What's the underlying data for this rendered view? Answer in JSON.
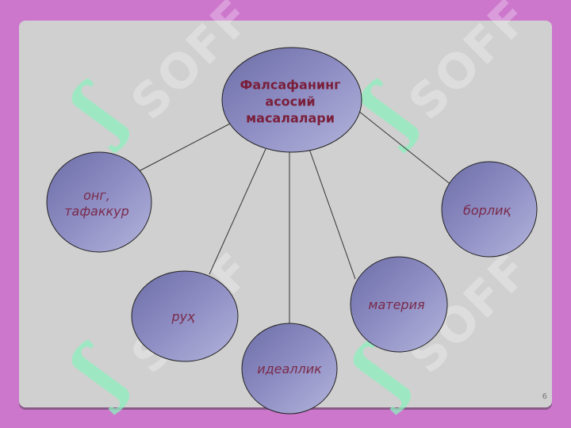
{
  "center": {
    "label": "Фалсафанинг\nасосий\nмасалалари"
  },
  "nodes": [
    {
      "id": "ong",
      "label": "онг,\nтафаккур"
    },
    {
      "id": "ruh",
      "label": "руҳ"
    },
    {
      "id": "idealik",
      "label": "идеаллик"
    },
    {
      "id": "materiya",
      "label": "материя"
    },
    {
      "id": "borliq",
      "label": "борлиқ"
    }
  ],
  "watermark": {
    "text": "SOFF"
  },
  "page_number": "6",
  "colors": {
    "background": "#cc77cc",
    "slide": "#d0d0d0",
    "node_fill": "#8c8cc0",
    "label": "#7a2a4a"
  }
}
